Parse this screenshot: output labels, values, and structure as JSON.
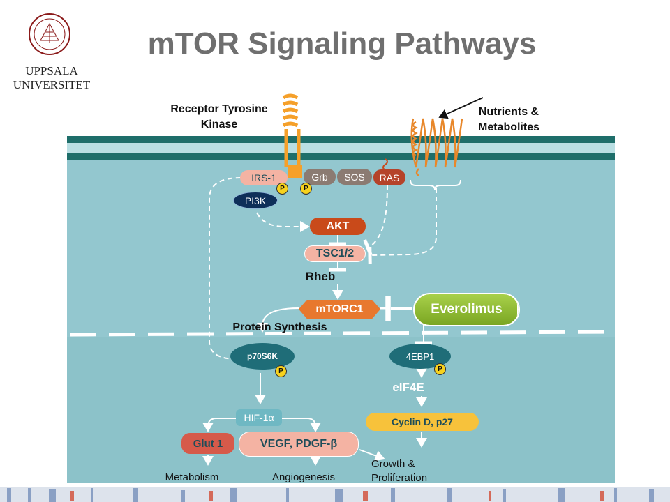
{
  "slide": {
    "title": "mTOR Signaling Pathways",
    "logo": {
      "line1": "UPPSALA",
      "line2": "UNIVERSITET"
    }
  },
  "diagram": {
    "labels": {
      "receptor": "Receptor Tyrosine\nKinase",
      "nutrients": "Nutrients &\nMetabolites",
      "rheb": "Rheb",
      "protein_synthesis": "Protein Synthesis",
      "eif4e": "eIF4E"
    },
    "nodes": {
      "irs1": "IRS-1",
      "grb": "Grb",
      "sos": "SOS",
      "ras": "RAS",
      "pi3k": "PI3K",
      "akt": "AKT",
      "tsc": "TSC1/2",
      "mtorc1": "mTORC1",
      "everolimus": "Everolimus",
      "p70s6k": "p70S6K",
      "ebp1": "4EBP1",
      "hif": "HIF-1α",
      "glut1": "Glut 1",
      "vegf": "VEGF, PDGF-β",
      "cyclin": "Cyclin D, p27"
    },
    "phospho": "P",
    "outcomes": {
      "metabolism": "Metabolism",
      "angiogenesis": "Angiogenesis",
      "growth": "Growth &\nProliferation"
    },
    "colors": {
      "cytoplasm": "#93c7cf",
      "membrane": "#1e6e6a",
      "receptor": "#f5a02a",
      "akt": "#c94a1a",
      "mtorc1": "#e8782e",
      "everolimus": "#8fbf2e",
      "tsc": "#f4b3a3",
      "p70s6k": "#1f6d78",
      "pi3k": "#0e2f59",
      "cyclin": "#f7c23b",
      "glut1": "#d65a4a"
    }
  }
}
